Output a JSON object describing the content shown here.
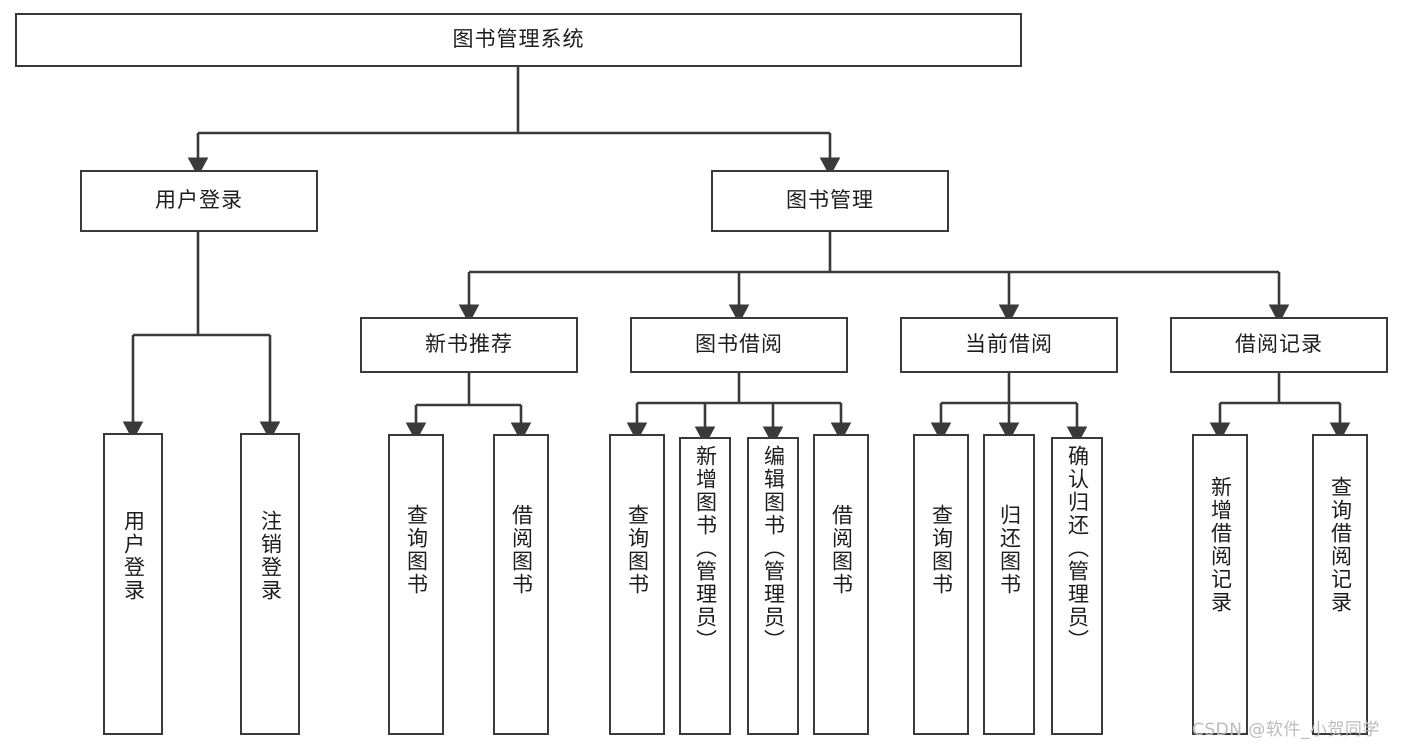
{
  "diagram": {
    "title": "图书管理系统",
    "type": "tree-hierarchy-chart",
    "background_color": "#ffffff",
    "box_border_color": "#3a3a3a",
    "connector_color": "#3a3a3a",
    "text_color": "#1d1d1d"
  },
  "nodes": {
    "root": {
      "label": "图书管理系统",
      "level": 1,
      "orientation": "horizontal"
    },
    "level2": [
      {
        "id": "user-login",
        "label": "用户登录",
        "orientation": "horizontal"
      },
      {
        "id": "book-manage",
        "label": "图书管理",
        "orientation": "horizontal"
      }
    ],
    "level3": [
      {
        "id": "new-book-recommend",
        "label": "新书推荐",
        "orientation": "horizontal",
        "parent": "book-manage"
      },
      {
        "id": "book-borrow",
        "label": "图书借阅",
        "orientation": "horizontal",
        "parent": "book-manage"
      },
      {
        "id": "current-borrow",
        "label": "当前借阅",
        "orientation": "horizontal",
        "parent": "book-manage"
      },
      {
        "id": "borrow-record",
        "label": "借阅记录",
        "orientation": "horizontal",
        "parent": "book-manage"
      }
    ],
    "leaves": [
      {
        "id": "leaf-user-login",
        "label": "用户登录",
        "orientation": "vertical",
        "parent": "user-login"
      },
      {
        "id": "leaf-user-logout",
        "label": "注销登录",
        "orientation": "vertical",
        "parent": "user-login"
      },
      {
        "id": "leaf-query-book-1",
        "label": "查询图书",
        "orientation": "vertical",
        "parent": "new-book-recommend"
      },
      {
        "id": "leaf-borrow-book-1",
        "label": "借阅图书",
        "orientation": "vertical",
        "parent": "new-book-recommend"
      },
      {
        "id": "leaf-query-book-2",
        "label": "查询图书",
        "orientation": "vertical",
        "parent": "book-borrow"
      },
      {
        "id": "leaf-add-book",
        "label": "新增图书（管理员）",
        "orientation": "vertical",
        "parent": "book-borrow"
      },
      {
        "id": "leaf-edit-book",
        "label": "编辑图书（管理员）",
        "orientation": "vertical",
        "parent": "book-borrow"
      },
      {
        "id": "leaf-borrow-book-2",
        "label": "借阅图书",
        "orientation": "vertical",
        "parent": "book-borrow"
      },
      {
        "id": "leaf-query-book-3",
        "label": "查询图书",
        "orientation": "vertical",
        "parent": "current-borrow"
      },
      {
        "id": "leaf-return-book",
        "label": "归还图书",
        "orientation": "vertical",
        "parent": "current-borrow"
      },
      {
        "id": "leaf-confirm-return",
        "label": "确认归还（管理员）",
        "orientation": "vertical",
        "parent": "current-borrow"
      },
      {
        "id": "leaf-add-record",
        "label": "新增借阅记录",
        "orientation": "vertical",
        "parent": "borrow-record"
      },
      {
        "id": "leaf-query-record",
        "label": "查询借阅记录",
        "orientation": "vertical",
        "parent": "borrow-record"
      }
    ]
  },
  "watermark": {
    "text": "CSDN @软件_小贺同学",
    "color": "#bcbcbc"
  }
}
